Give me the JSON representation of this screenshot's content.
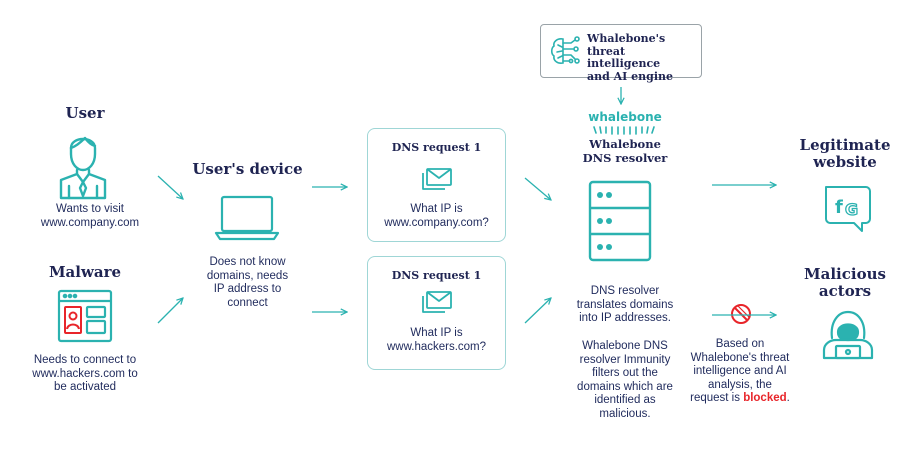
{
  "accent_color": "#2bb2b0",
  "navy_color": "#1f2452",
  "red_color": "#e8252a",
  "user": {
    "title": "User",
    "desc_line1": "Wants to visit",
    "desc_line2": "www.company.com",
    "icon": "person-icon"
  },
  "malware": {
    "title": "Malware",
    "desc_line1": "Needs to connect to",
    "desc_line2": "www.hackers.com to",
    "desc_line3": "be activated",
    "icon": "malware-window-icon"
  },
  "device": {
    "title": "User's device",
    "desc_line1": "Does not know",
    "desc_line2": "domains, needs",
    "desc_line3": "IP address to",
    "desc_line4": "connect",
    "icon": "laptop-icon"
  },
  "request1": {
    "title": "DNS request 1",
    "question_line1": "What IP is",
    "question_line2": "www.company.com?",
    "icon": "envelope-icon"
  },
  "request2": {
    "title": "DNS request 1",
    "question_line1": "What IP is",
    "question_line2": "www.hackers.com?",
    "icon": "envelope-icon"
  },
  "ai_engine": {
    "line1": "Whalebone's",
    "line2": "threat intelligence",
    "line3": "and AI engine",
    "icon": "brain-circuit-icon"
  },
  "resolver": {
    "logo_text": "whalebone",
    "title_line1": "Whalebone",
    "title_line2": "DNS resolver",
    "desc_line1": "DNS resolver",
    "desc_line2": "translates domains",
    "desc_line3": "into IP addresses.",
    "immunity_line1": "Whalebone DNS",
    "immunity_line2": "resolver Immunity",
    "immunity_line3": "filters out the",
    "immunity_line4": "domains which are",
    "immunity_line5": "identified as",
    "immunity_line6": "malicious.",
    "icon": "server-icon"
  },
  "legit": {
    "title_line1": "Legitimate",
    "title_line2": "website",
    "icon": "social-bubble-icon"
  },
  "malicious": {
    "title_line1": "Malicious",
    "title_line2": "actors",
    "icon": "hooded-hacker-icon"
  },
  "block_note": {
    "line1": "Based on",
    "line2": "Whalebone's threat",
    "line3": "intelligence and AI",
    "line4_prefix": "analysis, the",
    "line5_prefix": "request is ",
    "blocked_word": "blocked",
    "line5_suffix": ".",
    "icon": "no-entry-icon"
  }
}
